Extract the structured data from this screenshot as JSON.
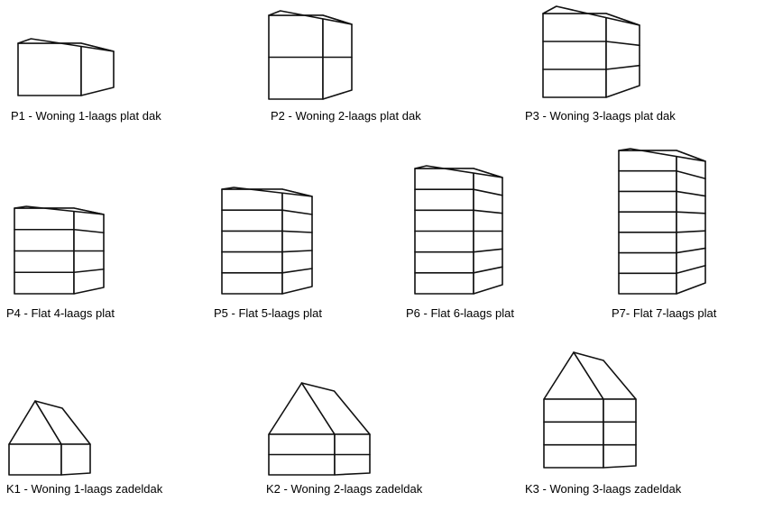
{
  "buildings": [
    {
      "id": "P1",
      "label": "P1 - Woning 1-laags plat dak",
      "floors": 1,
      "roof": "plat"
    },
    {
      "id": "P2",
      "label": "P2 - Woning 2-laags plat dak",
      "floors": 2,
      "roof": "plat"
    },
    {
      "id": "P3",
      "label": "P3 - Woning 3-laags plat dak",
      "floors": 3,
      "roof": "plat"
    },
    {
      "id": "P4",
      "label": "P4 - Flat 4-laags plat",
      "floors": 4,
      "roof": "plat"
    },
    {
      "id": "P5",
      "label": "P5 - Flat 5-laags plat",
      "floors": 5,
      "roof": "plat"
    },
    {
      "id": "P6",
      "label": "P6 - Flat 6-laags plat",
      "floors": 6,
      "roof": "plat"
    },
    {
      "id": "P7",
      "label": "P7- Flat 7-laags plat",
      "floors": 7,
      "roof": "plat"
    },
    {
      "id": "K1",
      "label": "K1 - Woning 1-laags zadeldak",
      "floors": 1,
      "roof": "zadeldak"
    },
    {
      "id": "K2",
      "label": "K2 - Woning 2-laags zadeldak",
      "floors": 2,
      "roof": "zadeldak"
    },
    {
      "id": "K3",
      "label": "K3 - Woning 3-laags zadeldak",
      "floors": 3,
      "roof": "zadeldak"
    }
  ]
}
